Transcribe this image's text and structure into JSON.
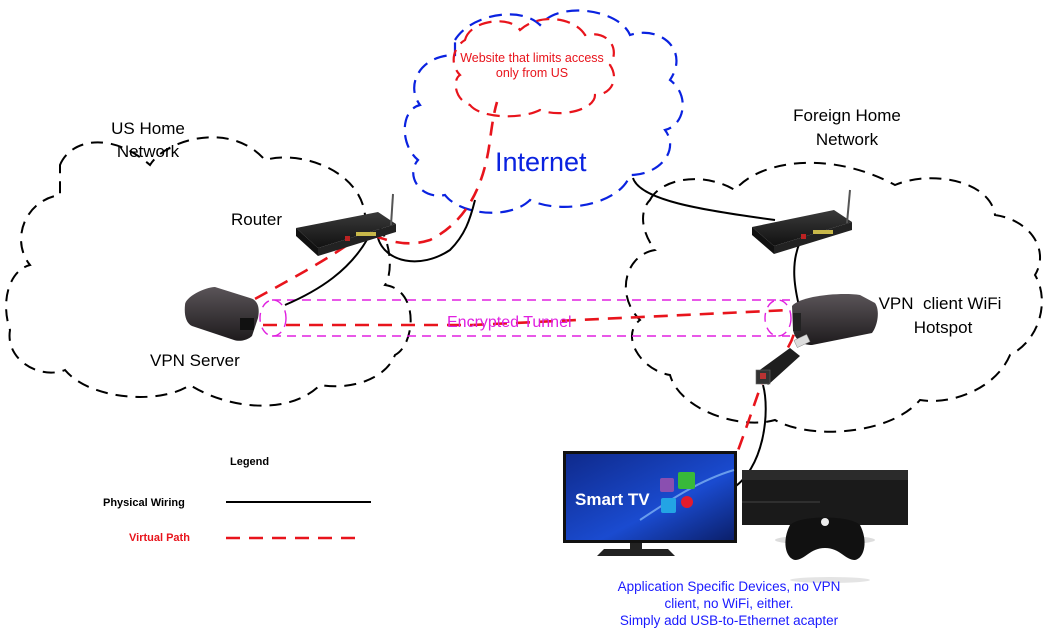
{
  "diagram": {
    "labels": {
      "internet": "Internet",
      "website": [
        "Website that limits access",
        "only from US"
      ],
      "us_home_network": [
        "US Home",
        "Network"
      ],
      "foreign_home_network": [
        "Foreign Home",
        "Network"
      ],
      "router": "Router",
      "vpn_server": "VPN Server",
      "vpn_client": [
        "VPN  client WiFi",
        "Hotspot"
      ],
      "encrypted_tunnel": "Encrypted Tunnel",
      "smart_tv_screen": "Smart TV",
      "devices_note": [
        "Application Specific Devices, no VPN",
        "client, no WiFi, either.",
        "Simply add USB-to-Ethernet acapter"
      ]
    },
    "legend": {
      "title": "Legend",
      "items": [
        {
          "label": "Physical Wiring",
          "style": "solid",
          "color": "#000000"
        },
        {
          "label": "Virtual Path",
          "style": "dashed",
          "color": "#e8141c"
        }
      ]
    },
    "colors": {
      "internet": "#0a22e0",
      "website": "#e8141c",
      "tunnel": "#e020e0",
      "virtual_path": "#e8141c",
      "note": "#1a1aff"
    },
    "nodes": [
      {
        "id": "vpn-server",
        "name": "VPN Server",
        "network": "US Home Network"
      },
      {
        "id": "us-router",
        "name": "Router",
        "network": "US Home Network"
      },
      {
        "id": "internet",
        "name": "Internet"
      },
      {
        "id": "website",
        "name": "Website that limits access only from US",
        "network": "Internet"
      },
      {
        "id": "foreign-router",
        "name": "Router",
        "network": "Foreign Home Network"
      },
      {
        "id": "vpn-client",
        "name": "VPN client WiFi Hotspot",
        "network": "Foreign Home Network"
      },
      {
        "id": "usb-ethernet-adapter",
        "name": "USB-to-Ethernet adapter",
        "network": "Foreign Home Network"
      },
      {
        "id": "smart-tv",
        "name": "Smart TV"
      },
      {
        "id": "game-console",
        "name": "Game console"
      }
    ],
    "edges": [
      {
        "from": "vpn-server",
        "to": "us-router",
        "type": "physical"
      },
      {
        "from": "us-router",
        "to": "internet",
        "type": "physical"
      },
      {
        "from": "internet",
        "to": "foreign-router",
        "type": "physical"
      },
      {
        "from": "foreign-router",
        "to": "vpn-client",
        "type": "physical"
      },
      {
        "from": "usb-ethernet-adapter",
        "to": "smart-tv",
        "type": "physical"
      },
      {
        "from": "smart-tv",
        "to": "usb-ethernet-adapter",
        "type": "virtual"
      },
      {
        "from": "usb-ethernet-adapter",
        "to": "vpn-client",
        "type": "virtual"
      },
      {
        "from": "vpn-client",
        "to": "vpn-server",
        "type": "virtual",
        "via": "Encrypted Tunnel"
      },
      {
        "from": "vpn-server",
        "to": "us-router",
        "type": "virtual"
      },
      {
        "from": "us-router",
        "to": "website",
        "type": "virtual"
      }
    ]
  }
}
